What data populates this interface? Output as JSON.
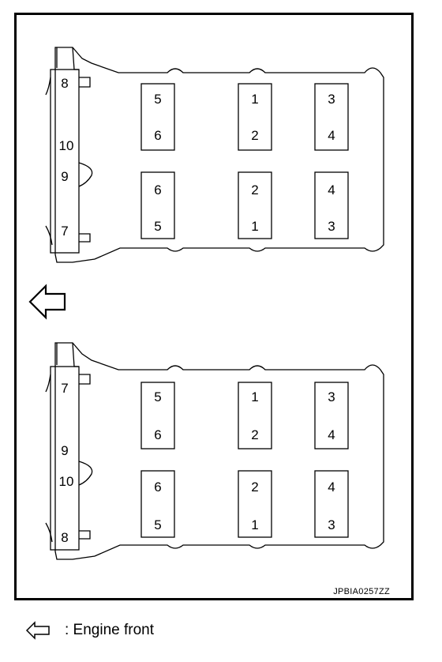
{
  "figure_code": "JPBIA0257ZZ",
  "legend": {
    "text": ": Engine front",
    "icon": "arrow-left-icon"
  },
  "arrow_icon": "arrow-left-icon",
  "upper_head": {
    "side_labels": [
      "8",
      "10",
      "9",
      "7"
    ],
    "blocks_top": [
      [
        "5",
        "6"
      ],
      [
        "1",
        "2"
      ],
      [
        "3",
        "4"
      ]
    ],
    "blocks_bottom": [
      [
        "6",
        "5"
      ],
      [
        "2",
        "1"
      ],
      [
        "4",
        "3"
      ]
    ]
  },
  "lower_head": {
    "side_labels": [
      "7",
      "9",
      "10",
      "8"
    ],
    "blocks_top": [
      [
        "5",
        "6"
      ],
      [
        "1",
        "2"
      ],
      [
        "3",
        "4"
      ]
    ],
    "blocks_bottom": [
      [
        "6",
        "5"
      ],
      [
        "2",
        "1"
      ],
      [
        "4",
        "3"
      ]
    ]
  }
}
